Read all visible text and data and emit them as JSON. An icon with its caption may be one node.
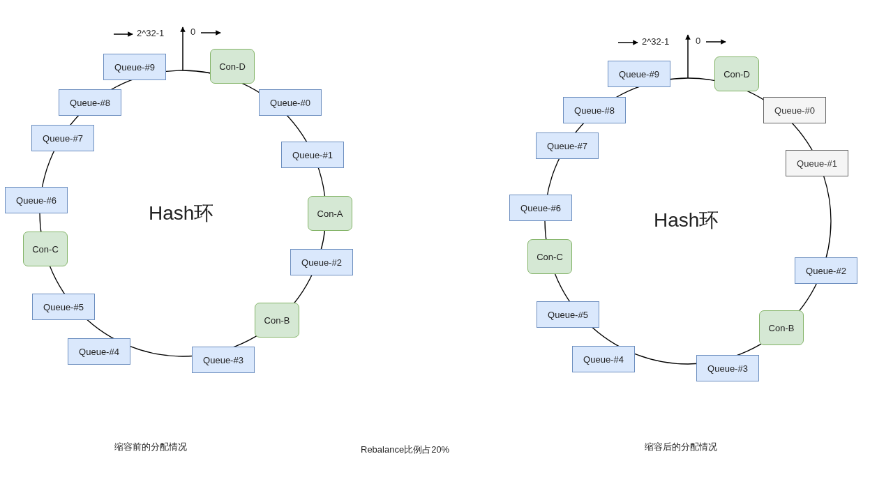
{
  "diagram": {
    "nodes": [
      {
        "text": [
          "Queue-#9"
        ]
      },
      {
        "text": [
          "Con-D"
        ]
      },
      {
        "text": [
          "Queue-#0"
        ]
      },
      {
        "text": [
          "Queue-#1"
        ]
      },
      {
        "text": [
          "Con-A"
        ]
      },
      {
        "text": [
          "Queue-#2"
        ]
      },
      {
        "text": [
          "Con-B"
        ]
      },
      {
        "text": [
          "Queue-#3"
        ]
      },
      {
        "text": [
          "Queue-#4"
        ]
      },
      {
        "text": [
          "Queue-#5"
        ]
      },
      {
        "text": [
          "Con-C"
        ]
      },
      {
        "text": [
          "Queue-#6"
        ]
      },
      {
        "text": [
          "Queue-#7"
        ]
      },
      {
        "text": [
          "Queue-#8"
        ]
      },
      {
        "text": [
          "Queue-#9"
        ]
      },
      {
        "text": [
          "Con-D"
        ]
      },
      {
        "text": [
          "Queue-#0"
        ]
      },
      {
        "text": [
          "Queue-#1"
        ]
      },
      {
        "text": [
          "Queue-#2"
        ]
      },
      {
        "text": [
          "Con-B"
        ]
      },
      {
        "text": [
          "Queue-#3"
        ]
      },
      {
        "text": [
          "Queue-#4"
        ]
      },
      {
        "text": [
          "Queue-#5"
        ]
      },
      {
        "text": [
          "Con-C"
        ]
      },
      {
        "text": [
          "Queue-#6"
        ]
      },
      {
        "text": [
          "Queue-#7"
        ]
      },
      {
        "text": [
          "Queue-#8"
        ]
      }
    ],
    "edges": [],
    "labels": [
      "2^32-1",
      "0",
      "2^32-1",
      "0",
      "Hash环",
      "Hash环",
      "缩容前的分配情况",
      "Rebalance比例占20%",
      "缩容后的分配情况"
    ]
  }
}
